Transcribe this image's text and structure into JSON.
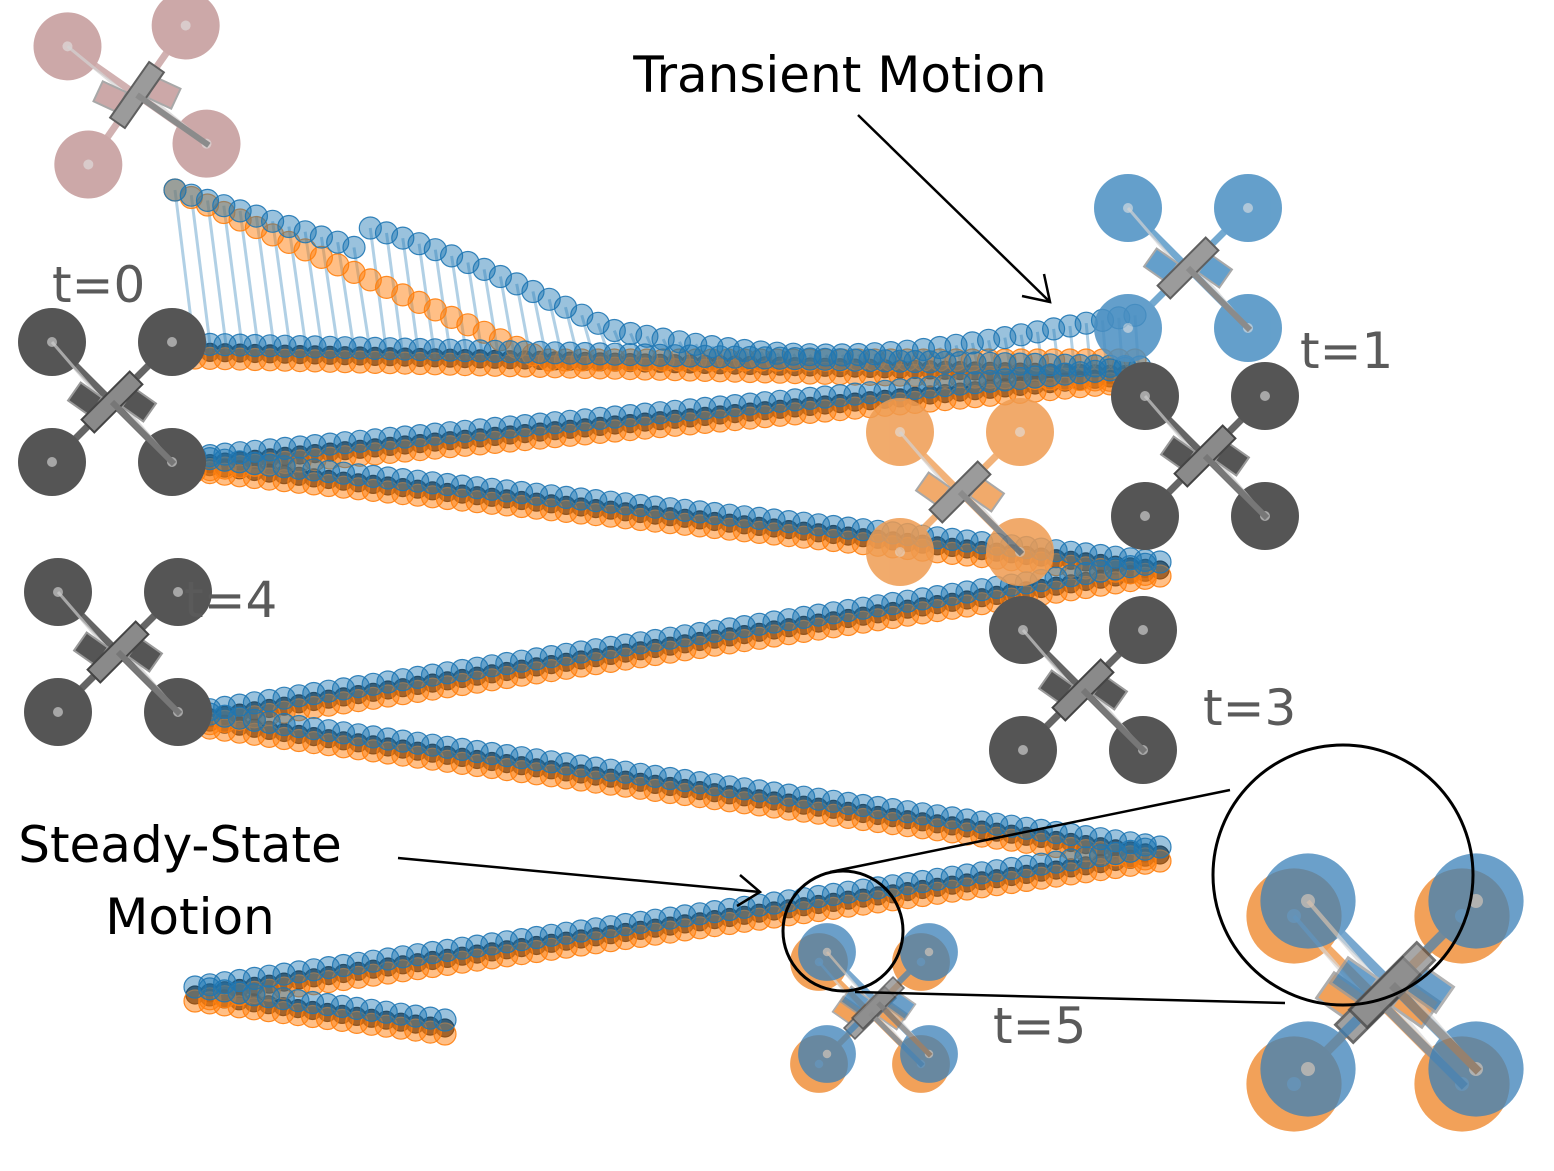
{
  "annotations": {
    "transient": "Transient Motion",
    "steady_line1": "Steady-State",
    "steady_line2": "Motion"
  },
  "time_labels": {
    "t0": "t=0",
    "t1": "t=1",
    "t3": "t=3",
    "t4": "t=4",
    "t5": "t=5"
  },
  "colors": {
    "reference": "#1a1a1a",
    "blue": "#1f77b4",
    "orange": "#ff7f0e",
    "drone_dark": "#555555",
    "drone_initial": "#c49a9a",
    "drone_teal": "#6a9a9a",
    "drone_blue": "#4a8fc2",
    "drone_orange": "#ef9c52"
  },
  "icons": [
    "quadrotor-icon",
    "zoom-circle-icon",
    "arrow-icon"
  ]
}
